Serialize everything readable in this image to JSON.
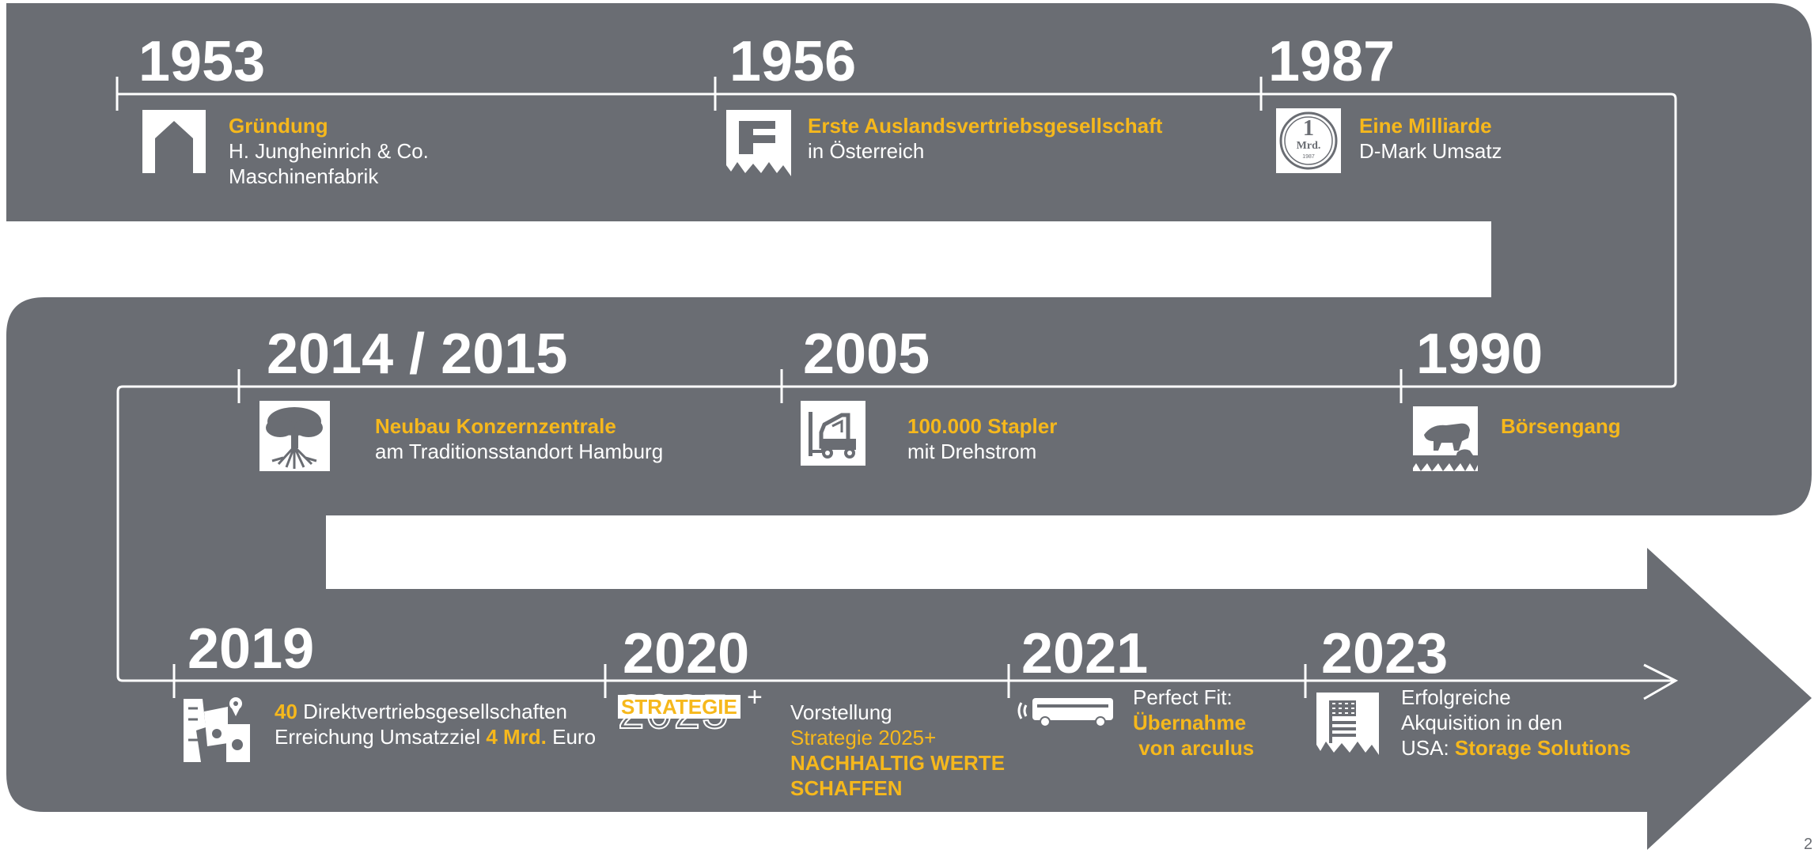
{
  "colors": {
    "band": "#6a6d73",
    "accent": "#f6b81c",
    "text": "#ffffff",
    "line": "#ffffff"
  },
  "milestones": [
    {
      "year": "1953",
      "icon": "factory-roof-icon",
      "lines": [
        {
          "h": "Gründung"
        },
        {
          "t": "H. Jungheinrich & Co."
        },
        {
          "t": "Maschinenfabrik"
        }
      ]
    },
    {
      "year": "1956",
      "icon": "austria-flag-icon",
      "lines": [
        {
          "h": "Erste Auslandsvertriebsgesellschaft"
        },
        {
          "t": "in Österreich"
        }
      ]
    },
    {
      "year": "1987",
      "icon": "one-billion-coin-icon",
      "coin_text": "1",
      "coin_sub": "Mrd.",
      "coin_year": "1987",
      "lines": [
        {
          "h": "Eine Milliarde"
        },
        {
          "t": "D-Mark Umsatz"
        }
      ]
    },
    {
      "year": "1990",
      "icon": "bull-bear-icon",
      "lines": [
        {
          "h": "Börsengang"
        }
      ]
    },
    {
      "year": "2005",
      "icon": "forklift-icon",
      "lines": [
        {
          "h": "100.000 Stapler"
        },
        {
          "t": "mit Drehstrom"
        }
      ]
    },
    {
      "year": "2014 / 2015",
      "icon": "tree-icon",
      "lines": [
        {
          "h": "Neubau Konzernzentrale"
        },
        {
          "t": "am Traditionsstandort Hamburg"
        }
      ]
    },
    {
      "year": "2019",
      "icon": "map-pins-icon",
      "line1": {
        "a": "40",
        "b": " Direktvertriebsgesellschaften"
      },
      "line2": {
        "a": "Erreichung Umsatzziel ",
        "b": "4 Mrd.",
        "c": " Euro"
      }
    },
    {
      "year": "2020",
      "icon": "strategie-2025-logo",
      "logo_word": "STRATEGIE",
      "logo_digits": "2025",
      "logo_plus": "+",
      "l1": "Vorstellung",
      "l2": "Strategie 2025+",
      "l3": "NACHHALTIG WERTE",
      "l4": "SCHAFFEN"
    },
    {
      "year": "2021",
      "icon": "shuttle-vehicle-icon",
      "l1": "Perfect Fit:",
      "l2": "Übernahme",
      "l3": " von arculus"
    },
    {
      "year": "2023",
      "icon": "usa-flag-icon",
      "l1": "Erfolgreiche",
      "l2": "Akquisition in den",
      "l3a": "USA: ",
      "l3b": "Storage Solutions"
    }
  ],
  "page_number": "2"
}
